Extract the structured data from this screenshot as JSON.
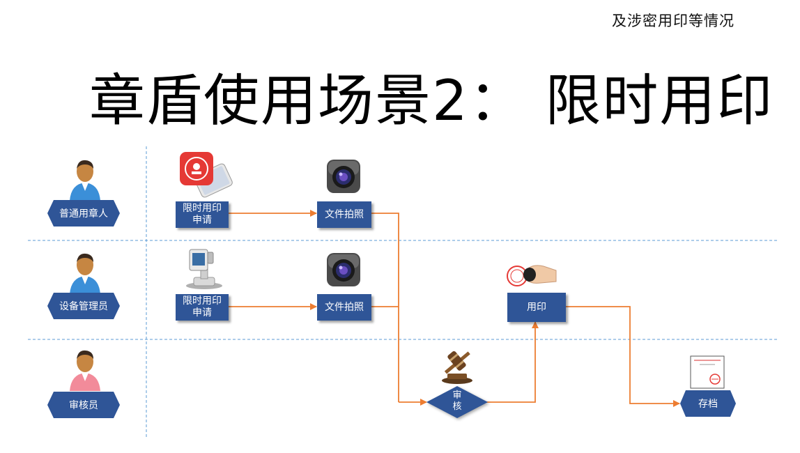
{
  "corner_note": "及涉密用印等情况",
  "title": "章盾使用场景2： 限时用印",
  "roles": [
    {
      "label": "普通用章人",
      "icon": "person-icon-blue"
    },
    {
      "label": "设备管理员",
      "icon": "person-icon-blue"
    },
    {
      "label": "审核员",
      "icon": "person-icon-pink"
    }
  ],
  "nodes": {
    "apply_user": "限时用印\n申请",
    "photo_user": "文件拍照",
    "apply_admin": "限时用印\n申请",
    "photo_admin": "文件拍照",
    "review": "审\n核",
    "use_seal": "用印",
    "archive": "存档"
  },
  "icons": [
    "seal-app-phone-icon",
    "camera-icon",
    "seal-kiosk-device-icon",
    "camera-icon",
    "gavel-icon",
    "hand-stamp-icon",
    "archived-document-icon"
  ],
  "colors": {
    "box": "#2f5597",
    "arrow": "#ed7d31",
    "divider": "#5b9bd5",
    "skin": "#c68642",
    "shirt_blue": "#3b8fd8",
    "shirt_pink": "#f28b9a"
  }
}
